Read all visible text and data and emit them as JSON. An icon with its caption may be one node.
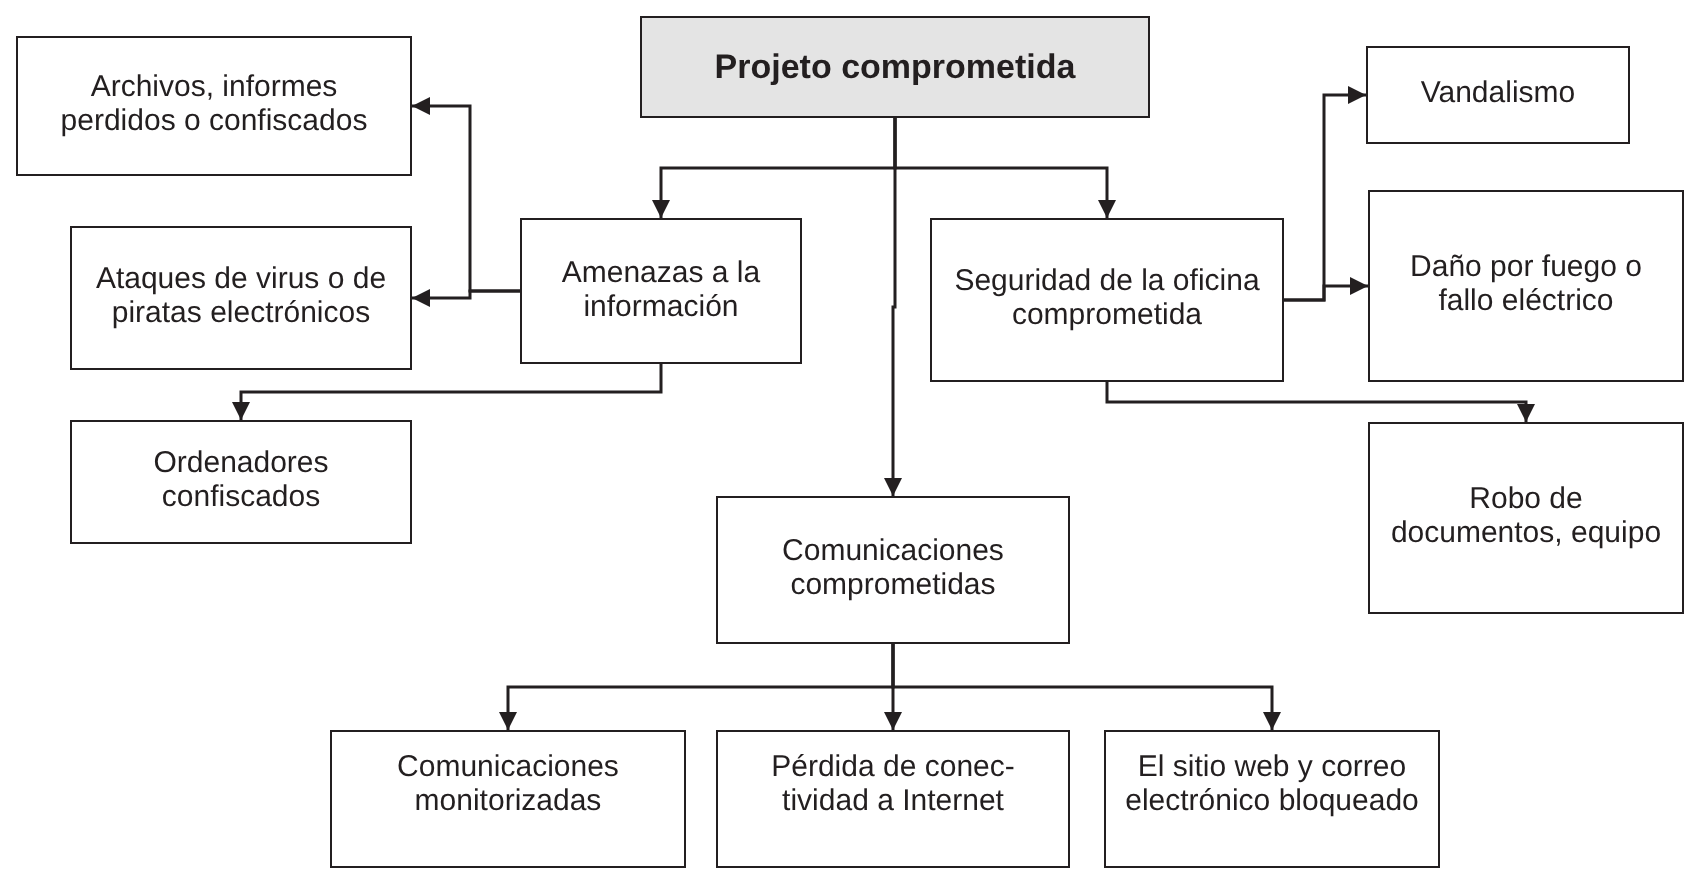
{
  "diagram": {
    "nodes": [
      {
        "text": [
          "Projeto comprometida"
        ]
      },
      {
        "text": [
          "Amenazas a la información"
        ]
      },
      {
        "text": [
          "Seguridad de la oficina comprometida"
        ]
      },
      {
        "text": [
          "Archivos, informes perdidos o confiscados"
        ]
      },
      {
        "text": [
          "Ataques de virus o de piratas electrónicos"
        ]
      },
      {
        "text": [
          "Ordenadores confiscados"
        ]
      },
      {
        "text": [
          "Vandalismo"
        ]
      },
      {
        "text": [
          "Daño por fuego o fallo eléctrico"
        ]
      },
      {
        "text": [
          "Robo de documentos, equipo"
        ]
      },
      {
        "text": [
          "Comunicaciones comprometidas"
        ]
      },
      {
        "text": [
          "Comunicaciones monitorizadas"
        ]
      },
      {
        "text": [
          "Pérdida de conec- tividad a Internet"
        ]
      },
      {
        "text": [
          "El sitio web y correo electrónico bloqueado"
        ]
      }
    ],
    "edges": [
      {
        "from": 0,
        "to": 1,
        "arrow": "to"
      },
      {
        "from": 0,
        "to": 2,
        "arrow": "to"
      },
      {
        "from": 0,
        "to": 9,
        "arrow": "to"
      },
      {
        "from": 1,
        "to": 3,
        "arrow": "to"
      },
      {
        "from": 1,
        "to": 4,
        "arrow": "to"
      },
      {
        "from": 1,
        "to": 5,
        "arrow": "to"
      },
      {
        "from": 2,
        "to": 6,
        "arrow": "to"
      },
      {
        "from": 2,
        "to": 7,
        "arrow": "to"
      },
      {
        "from": 2,
        "to": 8,
        "arrow": "to"
      },
      {
        "from": 9,
        "to": 10,
        "arrow": "to"
      },
      {
        "from": 9,
        "to": 11,
        "arrow": "to"
      },
      {
        "from": 9,
        "to": 12,
        "arrow": "to"
      }
    ]
  }
}
